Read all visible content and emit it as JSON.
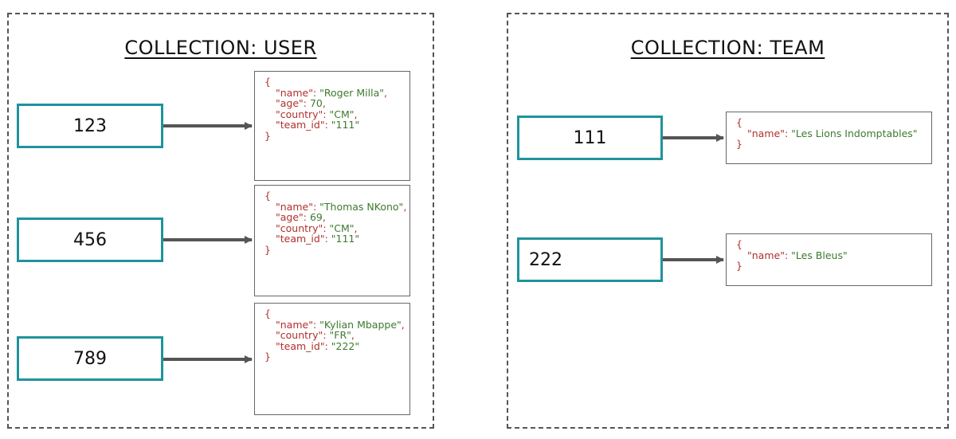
{
  "collections": [
    {
      "id": "user",
      "title": "COLLECTION: USER",
      "entries": [
        {
          "key": "123",
          "doc": [
            {
              "k": "name",
              "v": "\"Roger Milla\""
            },
            {
              "k": "age",
              "v": "70"
            },
            {
              "k": "country",
              "v": "\"CM\""
            },
            {
              "k": "team_id",
              "v": "\"111\""
            }
          ]
        },
        {
          "key": "456",
          "doc": [
            {
              "k": "name",
              "v": "\"Thomas NKono\""
            },
            {
              "k": "age",
              "v": "69"
            },
            {
              "k": "country",
              "v": "\"CM\""
            },
            {
              "k": "team_id",
              "v": "\"111\""
            }
          ]
        },
        {
          "key": "789",
          "doc": [
            {
              "k": "name",
              "v": "\"Kylian Mbappe\""
            },
            {
              "k": "country",
              "v": "\"FR\""
            },
            {
              "k": "team_id",
              "v": "\"222\""
            }
          ]
        }
      ]
    },
    {
      "id": "team",
      "title": "COLLECTION: TEAM",
      "entries": [
        {
          "key": "111",
          "doc": [
            {
              "k": "name",
              "v": "\"Les Lions Indomptables\""
            }
          ]
        },
        {
          "key": "222",
          "doc": [
            {
              "k": "name",
              "v": "\"Les Bleus\""
            }
          ]
        }
      ]
    }
  ],
  "colors": {
    "key_border": "#1f939c",
    "arrow": "#555555",
    "json_key": "#b0302c",
    "json_value": "#3d7a2e"
  }
}
